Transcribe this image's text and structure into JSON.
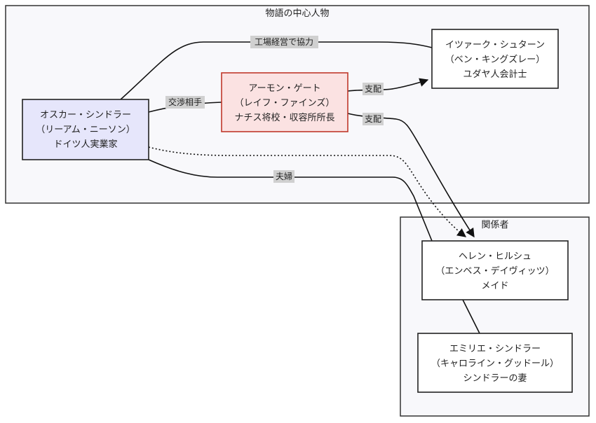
{
  "clusters": {
    "main": {
      "title": "物語の中心人物"
    },
    "related": {
      "title": "関係者"
    }
  },
  "nodes": {
    "oskar": {
      "line1": "オスカー・シンドラー",
      "line2": "（リーアム・ニーソン）",
      "line3": "ドイツ人実業家",
      "fill": "#e6e6fb"
    },
    "amon": {
      "line1": "アーモン・ゲート",
      "line2": "（レイフ・ファインズ）",
      "line3": "ナチス将校・収容所所長",
      "fill": "#fbe2e2",
      "stroke": "#c0392b"
    },
    "itzhak": {
      "line1": "イツァーク・シュターン",
      "line2": "（ベン・キングズレー）",
      "line3": "ユダヤ人会計士"
    },
    "helen": {
      "line1": "ヘレン・ヒルシュ",
      "line2": "（エンベス・デイヴィッツ）",
      "line3": "メイド"
    },
    "emilie": {
      "line1": "エミリエ・シンドラー",
      "line2": "（キャロライン・グッドール）",
      "line3": "シンドラーの妻"
    }
  },
  "edges": {
    "oskar_itzhak": "工場経営で協力",
    "oskar_amon": "交渉相手",
    "amon_itzhak": "支配",
    "amon_helen": "支配",
    "oskar_emilie": "夫婦"
  }
}
